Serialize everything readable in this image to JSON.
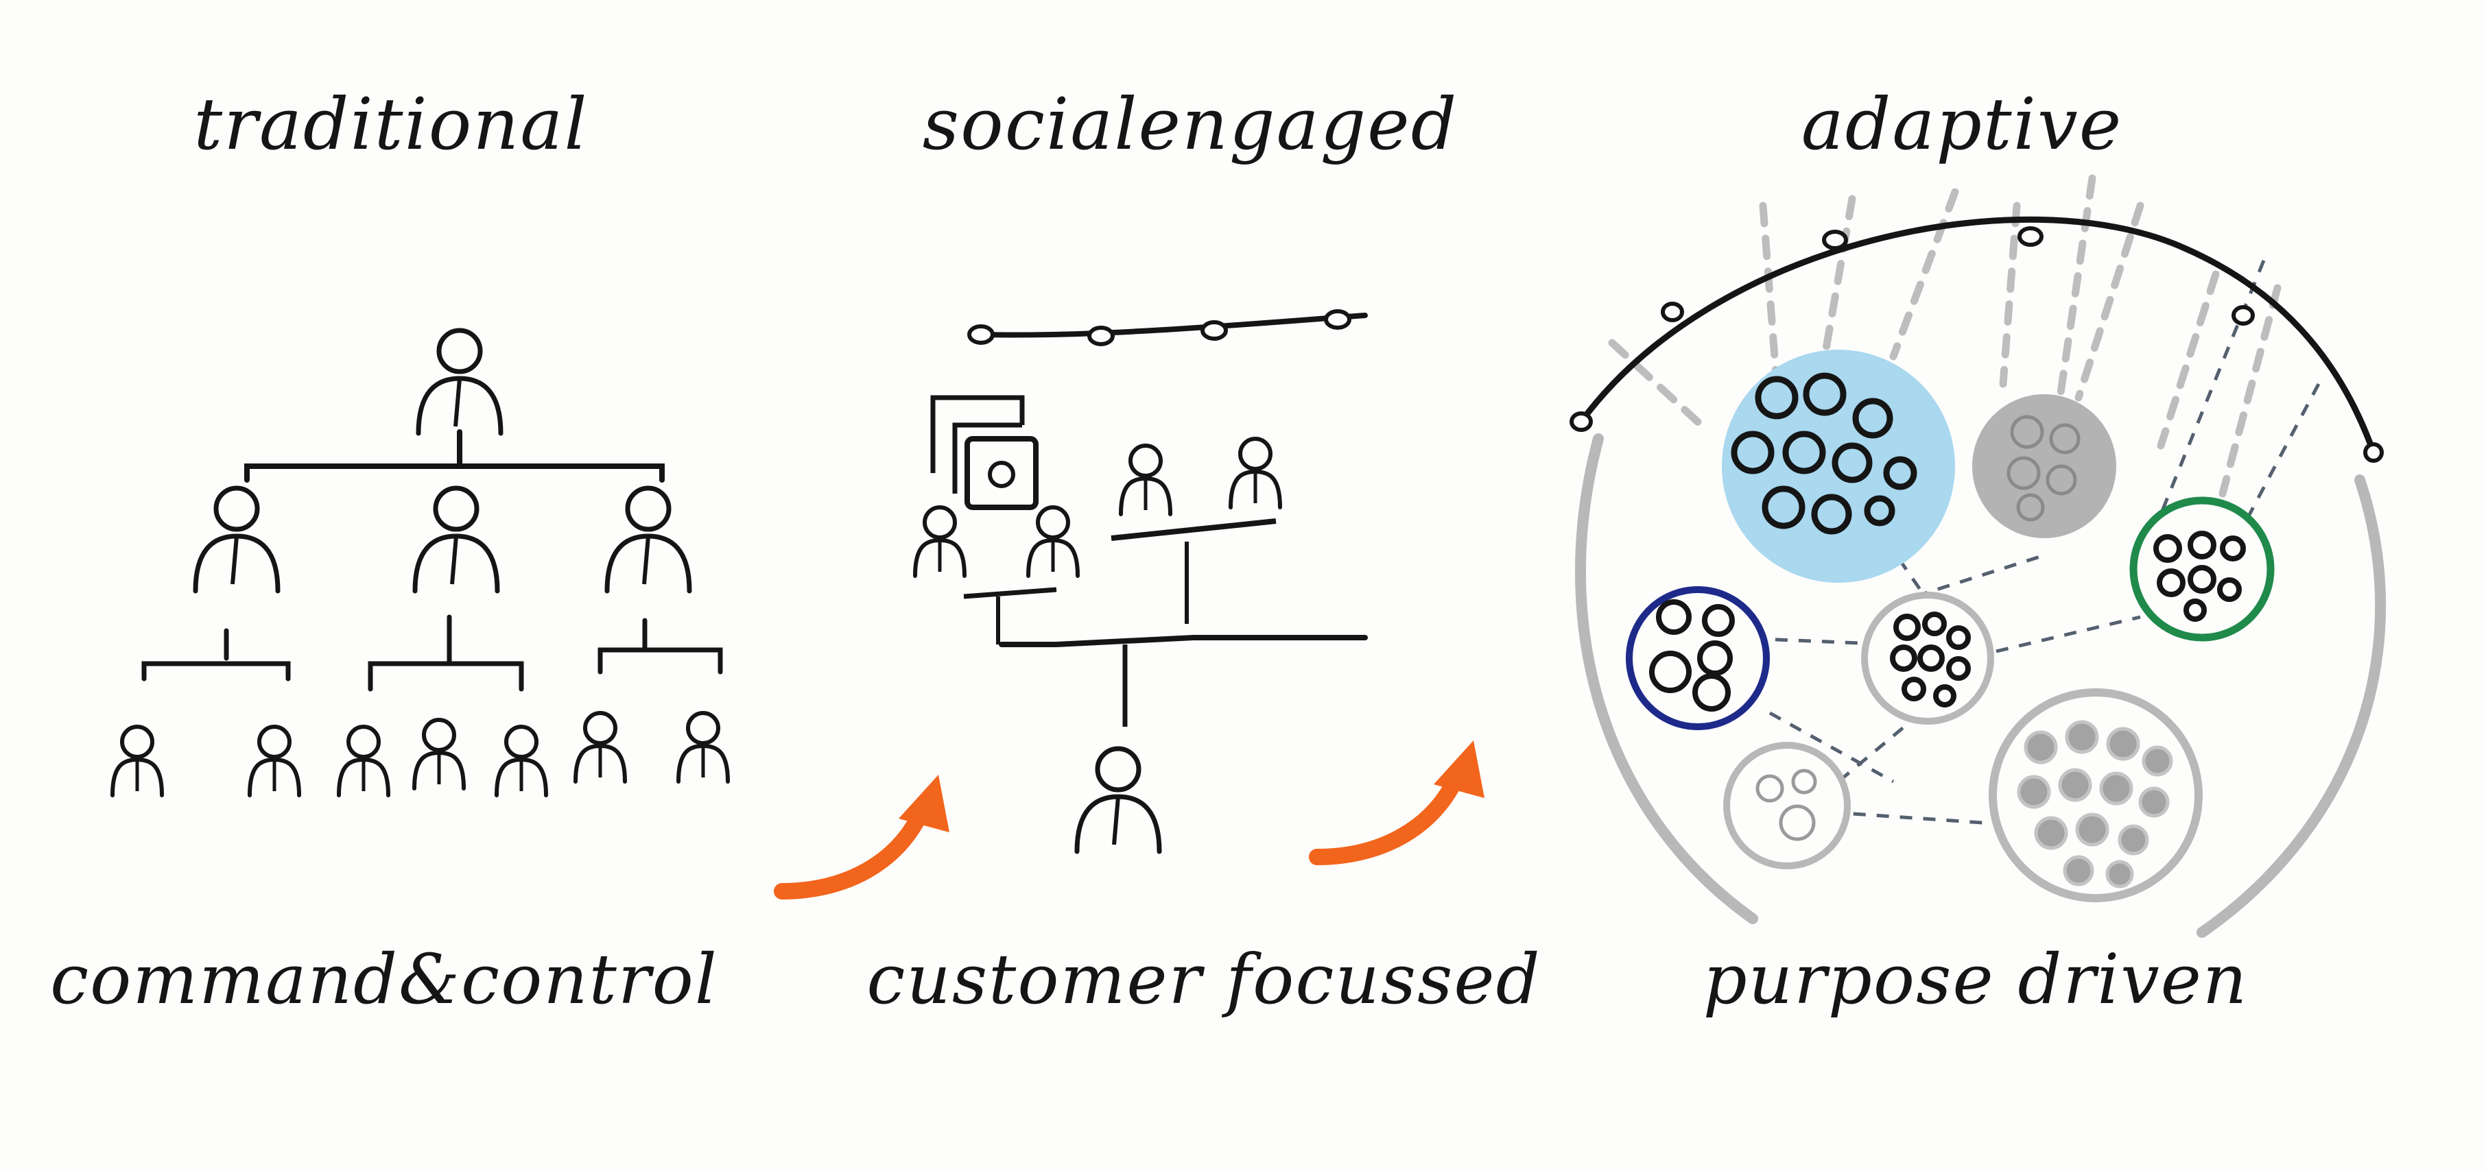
{
  "panels": [
    {
      "title": "traditional",
      "caption": "command&control"
    },
    {
      "title": "socialengaged",
      "caption": "customer focussed"
    },
    {
      "title": "adaptive",
      "caption": "purpose driven"
    }
  ],
  "arrows": [
    "arrow-icon",
    "arrow-icon"
  ],
  "colors": {
    "ink": "#151515",
    "arrow": "#f2651c",
    "blue_team": "#a9d8ef",
    "navy_ring": "#1e2a8a",
    "green_ring": "#1f8a4a",
    "grey": "#b8b8b8",
    "dark_grey": "#a3a3a3"
  },
  "icons": [
    "person-icon",
    "arrow-icon",
    "team-circle-icon",
    "node-icon"
  ]
}
